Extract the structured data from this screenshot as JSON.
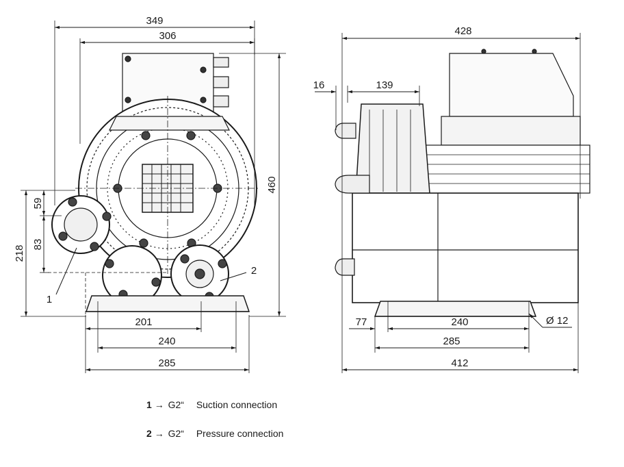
{
  "front_view": {
    "dims": {
      "overall_width": "349",
      "width_306": "306",
      "height": "460",
      "left_59": "59",
      "left_83": "83",
      "left_218": "218",
      "base_201": "201",
      "base_240": "240",
      "base_285": "285"
    },
    "callouts": {
      "c1": "1",
      "c2": "2"
    }
  },
  "side_view": {
    "dims": {
      "length_428": "428",
      "offset_16": "16",
      "len_139": "139",
      "base_77": "77",
      "base_240": "240",
      "base_285": "285",
      "overall_412": "412",
      "hole": "Ø 12"
    }
  },
  "legend": [
    {
      "num": "1",
      "arrow": "→",
      "code": "G2“",
      "desc": "Suction connection"
    },
    {
      "num": "2",
      "arrow": "→",
      "code": "G2“",
      "desc": "Pressure connection"
    }
  ]
}
